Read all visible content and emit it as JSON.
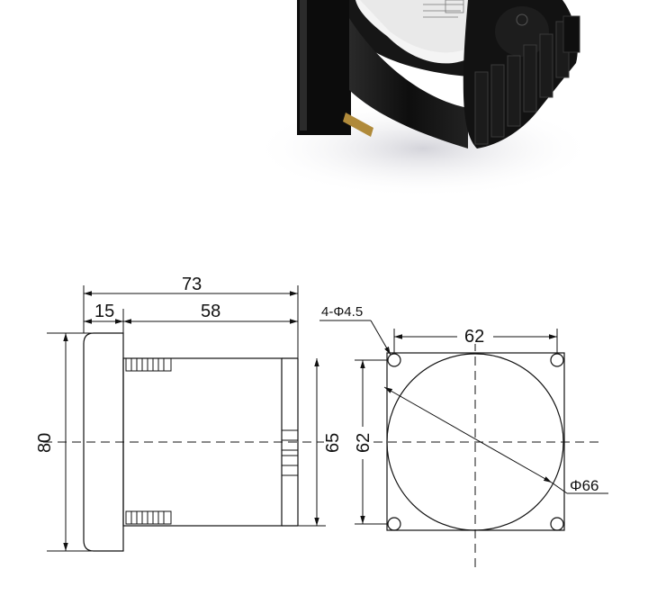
{
  "side_view": {
    "overall_length": "73",
    "bezel_depth": "15",
    "body_length": "58",
    "bezel_height": "80",
    "body_height": "65"
  },
  "front_view": {
    "hole_spec": "4-Φ4.5",
    "hole_spacing_horizontal": "62",
    "hole_spacing_vertical": "62",
    "cutout_diameter": "Φ66"
  },
  "colors": {
    "line": "#111111",
    "photo_body": "#151515",
    "photo_pin": "#b08a3a"
  }
}
